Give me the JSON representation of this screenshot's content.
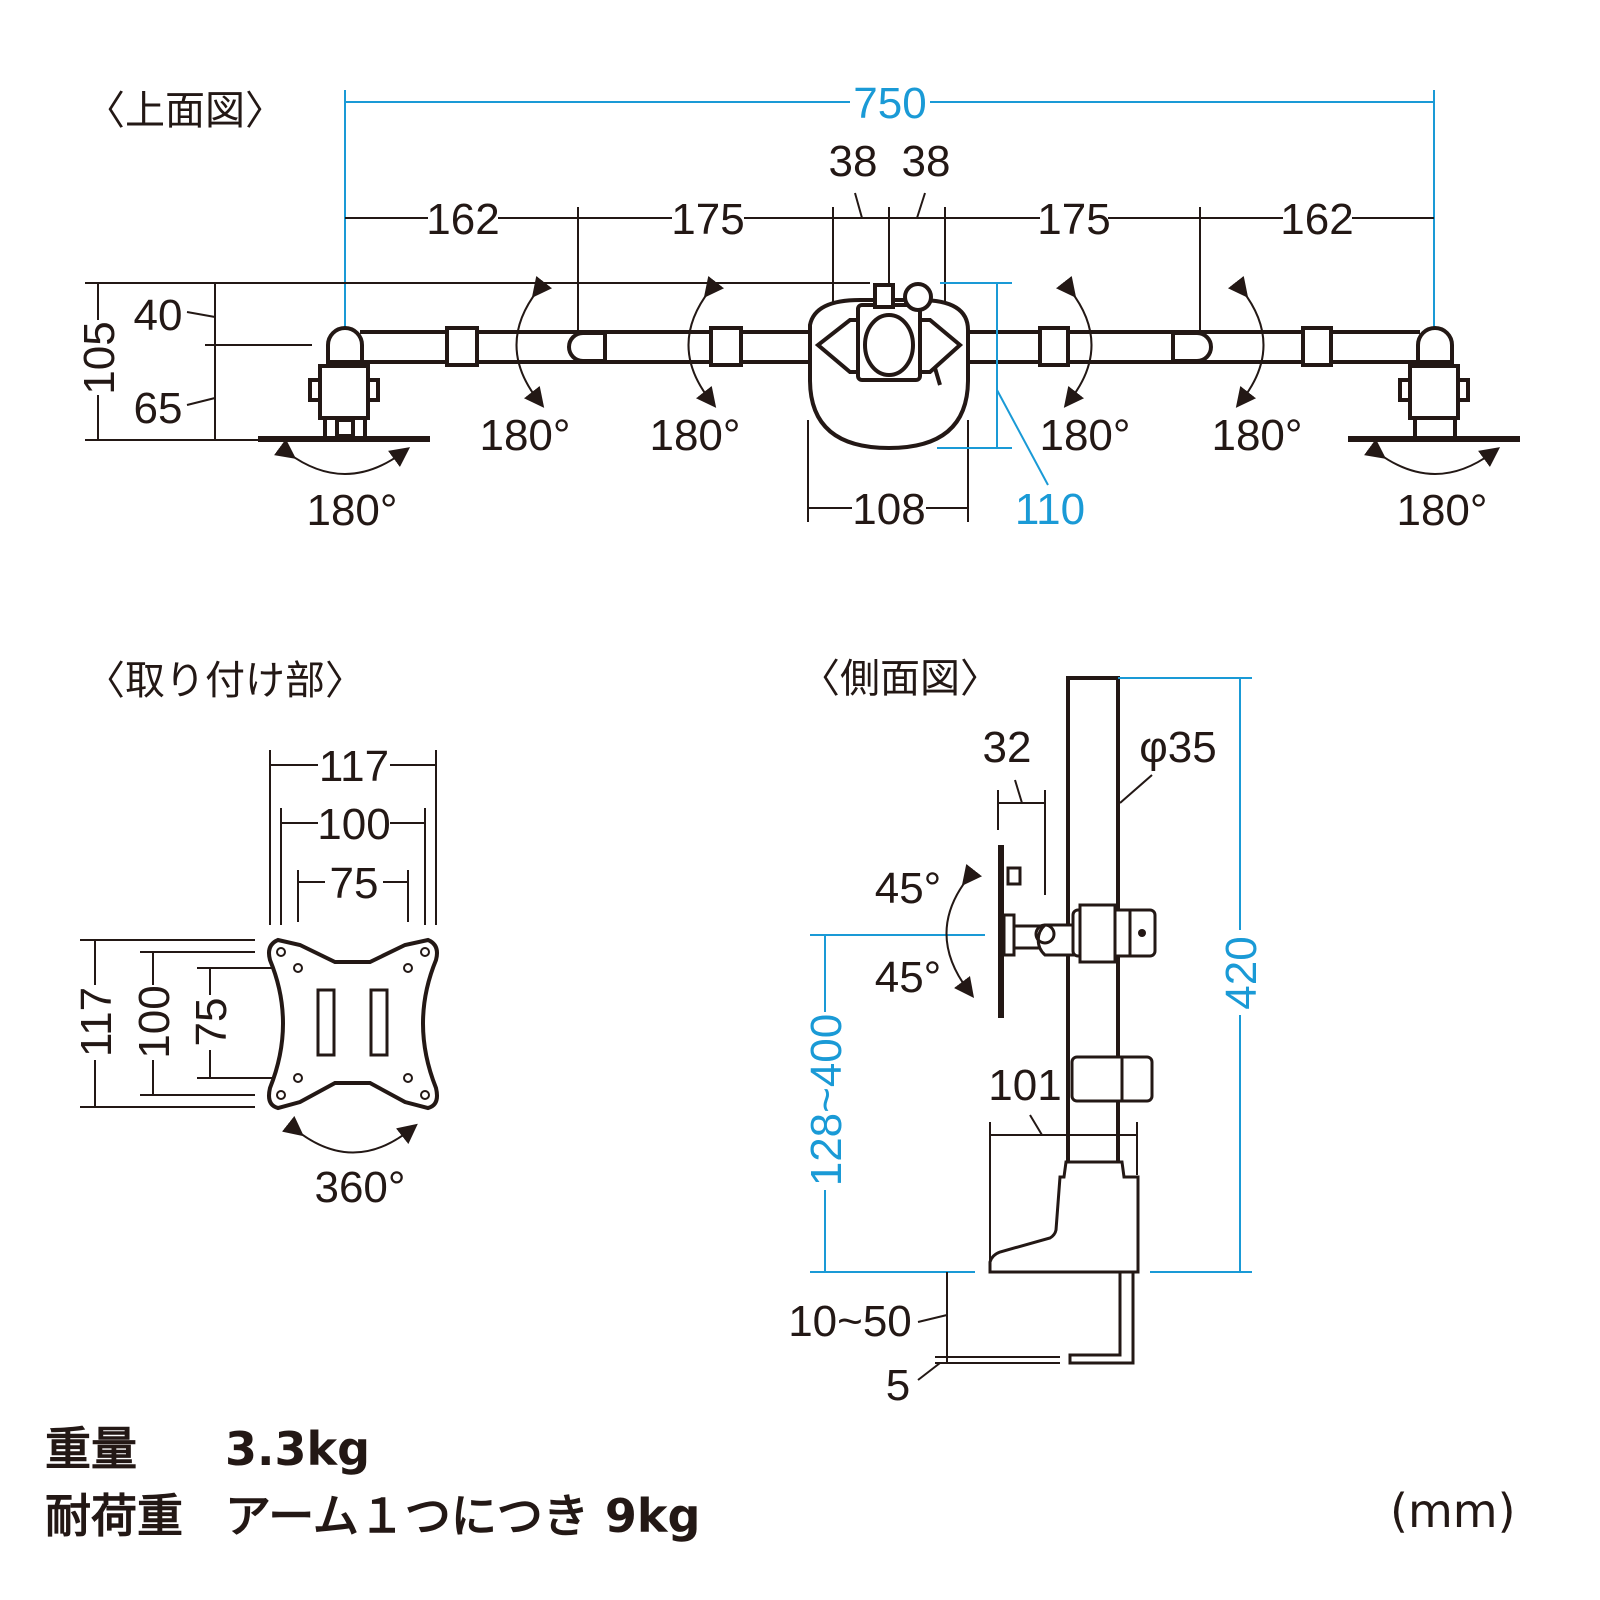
{
  "top_view": {
    "title": "〈上面図〉",
    "overall_width": "750",
    "segments": [
      "162",
      "175",
      "38",
      "38",
      "175",
      "162"
    ],
    "height_total": "105",
    "height_upper": "40",
    "height_lower": "65",
    "rotation_labels": [
      "180°",
      "180°",
      "180°",
      "180°",
      "180°",
      "180°"
    ],
    "base_width": "108",
    "base_depth": "110"
  },
  "mount_view": {
    "title": "〈取り付け部〉",
    "horizontal": [
      "117",
      "100",
      "75"
    ],
    "vertical": [
      "117",
      "100",
      "75"
    ],
    "rotation": "360°"
  },
  "side_view": {
    "title": "〈側面図〉",
    "pole_diameter": "φ35",
    "bracket_offset": "32",
    "tilt_up": "45°",
    "tilt_down": "45°",
    "height_range": "128~400",
    "pole_height": "420",
    "clamp_depth": "101",
    "desk_thickness": "10~50",
    "clamp_plate": "5"
  },
  "specs": {
    "weight_label": "重量",
    "weight_value": "3.3kg",
    "load_label": "耐荷重",
    "load_value": "アーム１つにつき 9kg",
    "unit": "(mm)"
  },
  "colors": {
    "dimension_blue": "#1a9ad6",
    "line": "#231815"
  }
}
